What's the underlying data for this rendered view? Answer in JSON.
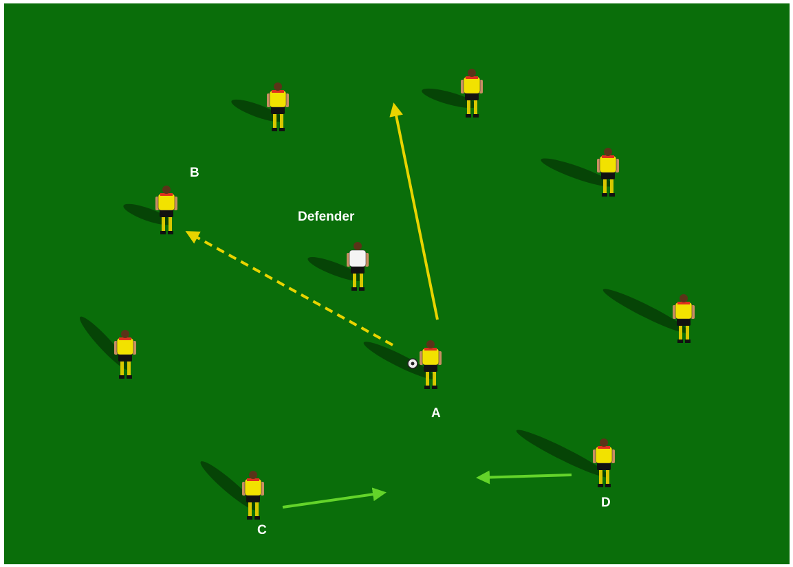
{
  "labels": {
    "a": "A",
    "b": "B",
    "c": "C",
    "d": "D",
    "defender": "Defender"
  },
  "colors": {
    "pitch": "#0a6e0a",
    "attacker_shirt": "#f2e200",
    "defender_shirt": "#f4f4f4",
    "shorts": "#111111",
    "pass_arrow": "#e8d400",
    "run_arrow": "#63d42a",
    "text": "#ffffff"
  },
  "players": [
    {
      "role": "attacker",
      "label_key": "b"
    },
    {
      "role": "attacker"
    },
    {
      "role": "attacker"
    },
    {
      "role": "attacker"
    },
    {
      "role": "attacker"
    },
    {
      "role": "attacker",
      "label_key": "a",
      "with_ball": true
    },
    {
      "role": "attacker",
      "label_key": "c"
    },
    {
      "role": "attacker",
      "label_key": "d"
    },
    {
      "role": "attacker"
    },
    {
      "role": "defender",
      "label_key": "defender"
    }
  ],
  "arrows": [
    {
      "kind": "pass",
      "style": "dashed",
      "from": "a",
      "to": "b"
    },
    {
      "kind": "pass",
      "style": "solid",
      "from": "a",
      "to": "gap"
    },
    {
      "kind": "run",
      "style": "solid",
      "from": "c",
      "to": "center"
    },
    {
      "kind": "run",
      "style": "solid",
      "from": "d",
      "to": "center"
    }
  ]
}
